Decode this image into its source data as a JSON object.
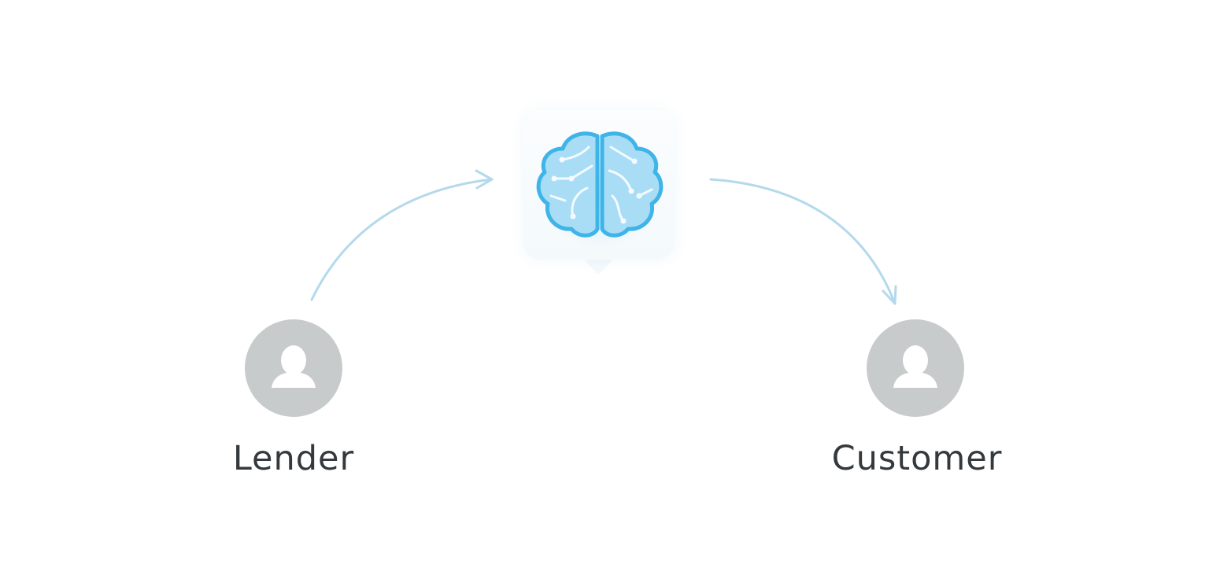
{
  "nodes": {
    "lender": {
      "label": "Lender"
    },
    "customer": {
      "label": "Customer"
    }
  },
  "center": {
    "icon": "brain-circuit-icon"
  },
  "icons": {
    "person": "person-icon",
    "arrow": "flow-arrow"
  },
  "colors": {
    "background": "#ffffff",
    "avatar_fill": "#c7cbcc",
    "avatar_glyph": "#ffffff",
    "label_text": "#34393d",
    "arrow": "#b4d9ec",
    "brain_fill": "#a9ddf6",
    "brain_stroke": "#3eb4e8",
    "brain_circuit": "#f3fbff"
  }
}
